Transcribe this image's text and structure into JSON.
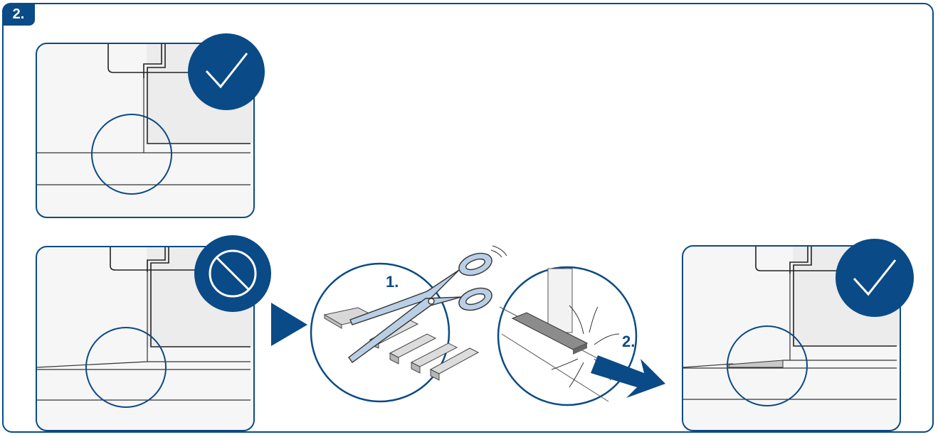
{
  "step": {
    "label": "2."
  },
  "panels": [
    {
      "status": "correct",
      "status_icon": "check-icon"
    },
    {
      "status": "incorrect",
      "status_icon": "prohibited-icon"
    },
    {
      "status": "correct",
      "status_icon": "check-icon"
    }
  ],
  "process": {
    "arrow_icon": "play-arrow-icon",
    "step1_label": "1.",
    "step2_label": "2."
  },
  "colors": {
    "accent": "#0a4a86",
    "panel_bg": "#f6f6f6",
    "tool_blue": "#b9cfe6",
    "shim_gray": "#d8d8d8"
  }
}
